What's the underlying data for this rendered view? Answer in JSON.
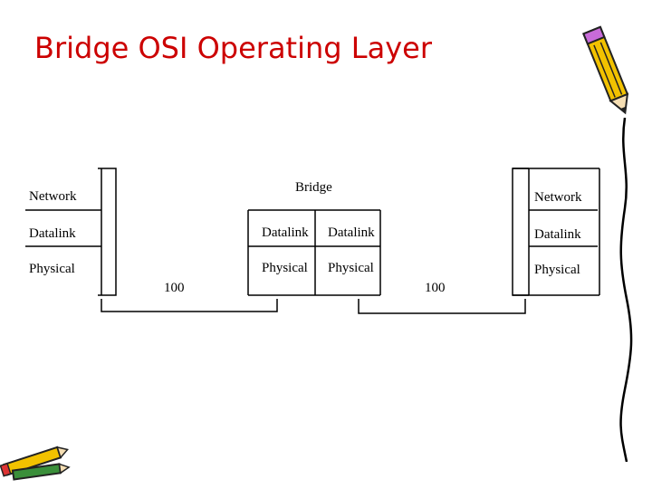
{
  "slide": {
    "title": "Bridge OSI Operating Layer"
  },
  "left_host": {
    "layers": [
      "Network",
      "Datalink",
      "Physical"
    ]
  },
  "bridge": {
    "label": "Bridge",
    "left_column": [
      "Datalink",
      "Physical"
    ],
    "right_column": [
      "Datalink",
      "Physical"
    ]
  },
  "right_host": {
    "layers": [
      "Network",
      "Datalink",
      "Physical"
    ]
  },
  "links": {
    "left_speed": "100",
    "right_speed": "100"
  },
  "colors": {
    "title": "#cc0000",
    "lines": "#000000",
    "pencil_body": "#f2c200",
    "pencil_outline": "#222222"
  },
  "icons": [
    "pencil-clipart-icon",
    "pencils-clipart-icon"
  ]
}
